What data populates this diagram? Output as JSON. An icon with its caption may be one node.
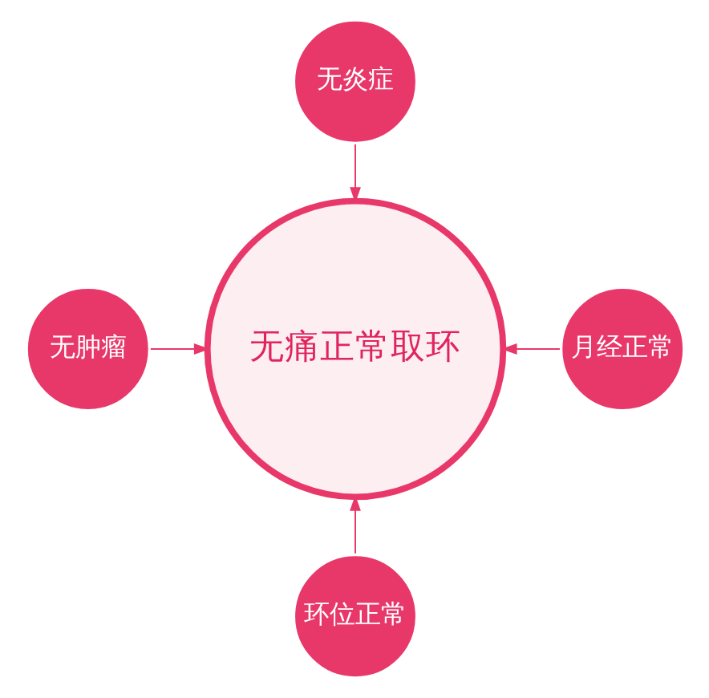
{
  "diagram": {
    "nodes": [
      {
        "text": [
          "无炎症"
        ]
      },
      {
        "text": [
          "无肿瘤"
        ]
      },
      {
        "text": [
          "无痛正常取环"
        ]
      },
      {
        "text": [
          "月经正常"
        ]
      },
      {
        "text": [
          "环位正常"
        ]
      }
    ],
    "edges": [
      {
        "from": 0,
        "to": 2,
        "arrow": "to"
      },
      {
        "from": 1,
        "to": 2,
        "arrow": "to"
      },
      {
        "from": 3,
        "to": 2,
        "arrow": "to"
      },
      {
        "from": 4,
        "to": 2,
        "arrow": "to"
      }
    ]
  }
}
